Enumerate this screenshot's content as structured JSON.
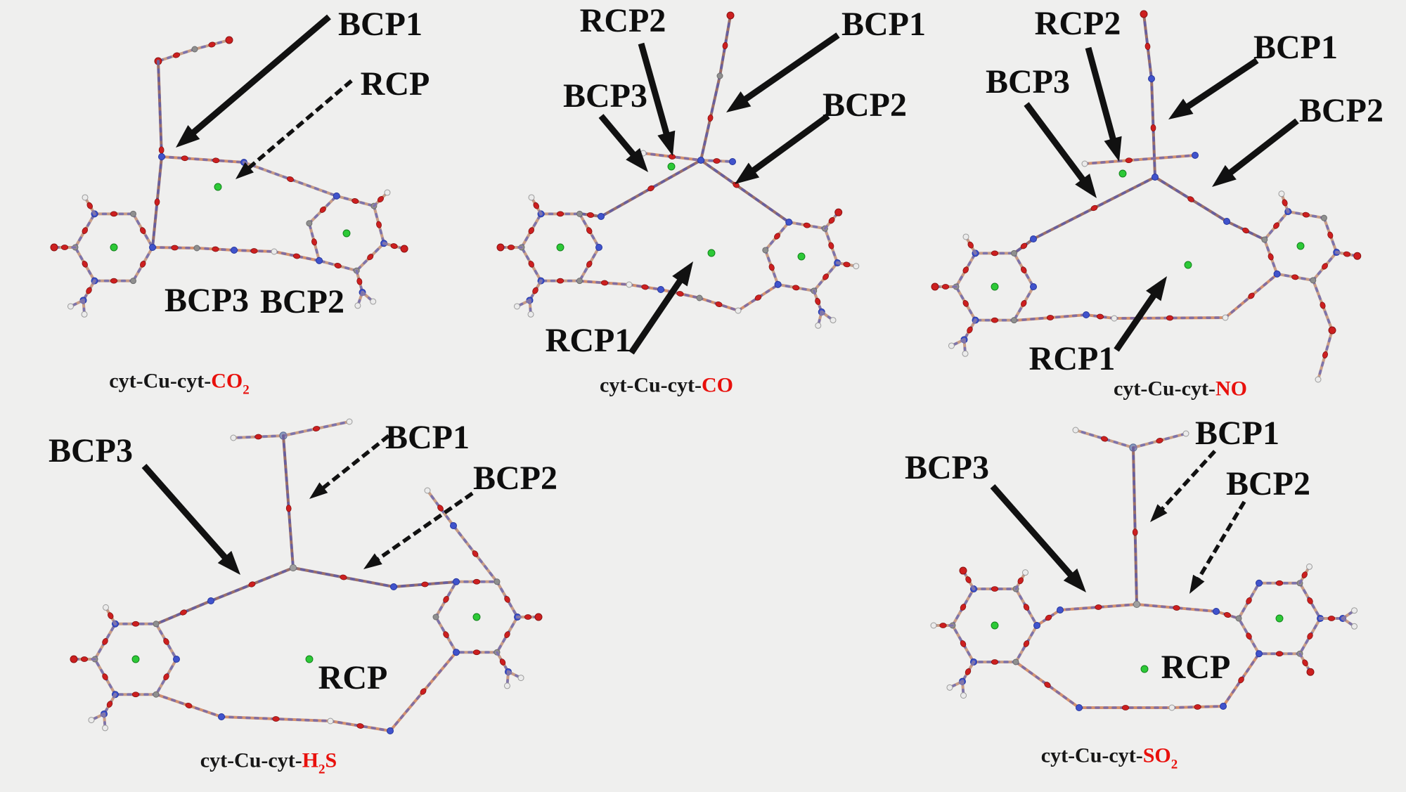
{
  "figure": {
    "background": "#efefee",
    "colors": {
      "bcp_dot": "#cc1f1f",
      "rcp_dot": "#2dc937",
      "nitrogen_atom": "#4053cc",
      "carbon_atom": "#8f8f8f",
      "hydrogen_atom": "#ebebeb",
      "oxygen_atom": "#cc1f1f",
      "bond": "#c99d85",
      "hydrogen_bond": "#d4916e",
      "metal_bond": "#9b6f68",
      "arrow": "#111111",
      "label_text": "#0e0e0e",
      "caption_black": "#171717",
      "caption_red": "#e8100c"
    }
  },
  "panels": [
    {
      "id": "co2",
      "caption": {
        "prefix": "cyt-Cu-cyt-",
        "gas_main": "CO",
        "gas_sub": "2",
        "gas_post": ""
      },
      "labels": {
        "bcp1": "BCP1",
        "rcp": "RCP",
        "bcp3": "BCP3",
        "bcp2": "BCP2"
      }
    },
    {
      "id": "co",
      "caption": {
        "prefix": "cyt-Cu-cyt-",
        "gas_main": "CO",
        "gas_sub": "",
        "gas_post": ""
      },
      "labels": {
        "rcp2": "RCP2",
        "bcp1": "BCP1",
        "bcp3": "BCP3",
        "bcp2": "BCP2",
        "rcp1": "RCP1"
      }
    },
    {
      "id": "no",
      "caption": {
        "prefix": "cyt-Cu-cyt-",
        "gas_main": "NO",
        "gas_sub": "",
        "gas_post": ""
      },
      "labels": {
        "rcp2": "RCP2",
        "bcp1": "BCP1",
        "bcp3": "BCP3",
        "bcp2": "BCP2",
        "rcp1": "RCP1"
      }
    },
    {
      "id": "h2s",
      "caption": {
        "prefix": "cyt-Cu-cyt-",
        "gas_main": "H",
        "gas_sub": "2",
        "gas_post": "S"
      },
      "labels": {
        "bcp3": "BCP3",
        "bcp1": "BCP1",
        "bcp2": "BCP2",
        "rcp": "RCP"
      }
    },
    {
      "id": "so2",
      "caption": {
        "prefix": "cyt-Cu-cyt-",
        "gas_main": "SO",
        "gas_sub": "2",
        "gas_post": ""
      },
      "labels": {
        "bcp3": "BCP3",
        "bcp1": "BCP1",
        "bcp2": "BCP2",
        "rcp": "RCP"
      }
    }
  ]
}
